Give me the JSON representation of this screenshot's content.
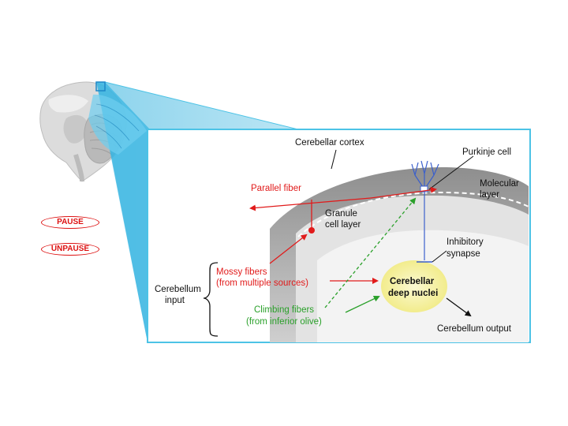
{
  "controls": {
    "pause": "PAUSE",
    "unpause": "UNPAUSE"
  },
  "labels": {
    "cerebellar_cortex": "Cerebellar cortex",
    "purkinje_cell": "Purkinje cell",
    "parallel_fiber": "Parallel fiber",
    "molecular_layer_1": "Molecular",
    "molecular_layer_2": "layer",
    "granule_layer_1": "Granule",
    "granule_layer_2": "cell layer",
    "inhibitory_1": "Inhibitory",
    "inhibitory_2": "synapse",
    "mossy_1": "Mossy fibers",
    "mossy_2": "(from multiple sources)",
    "input_1": "Cerebellum",
    "input_2": "input",
    "climbing_1": "Climbing fibers",
    "climbing_2": "(from inferior olive)",
    "nuclei_1": "Cerebellar",
    "nuclei_2": "deep nuclei",
    "output": "Cerebellum output"
  },
  "colors": {
    "red": "#e11b1b",
    "green": "#2aa02a",
    "blue": "#3a5fcc",
    "frame": "#4cc3e6",
    "nuclei": "#f7f4b0"
  }
}
